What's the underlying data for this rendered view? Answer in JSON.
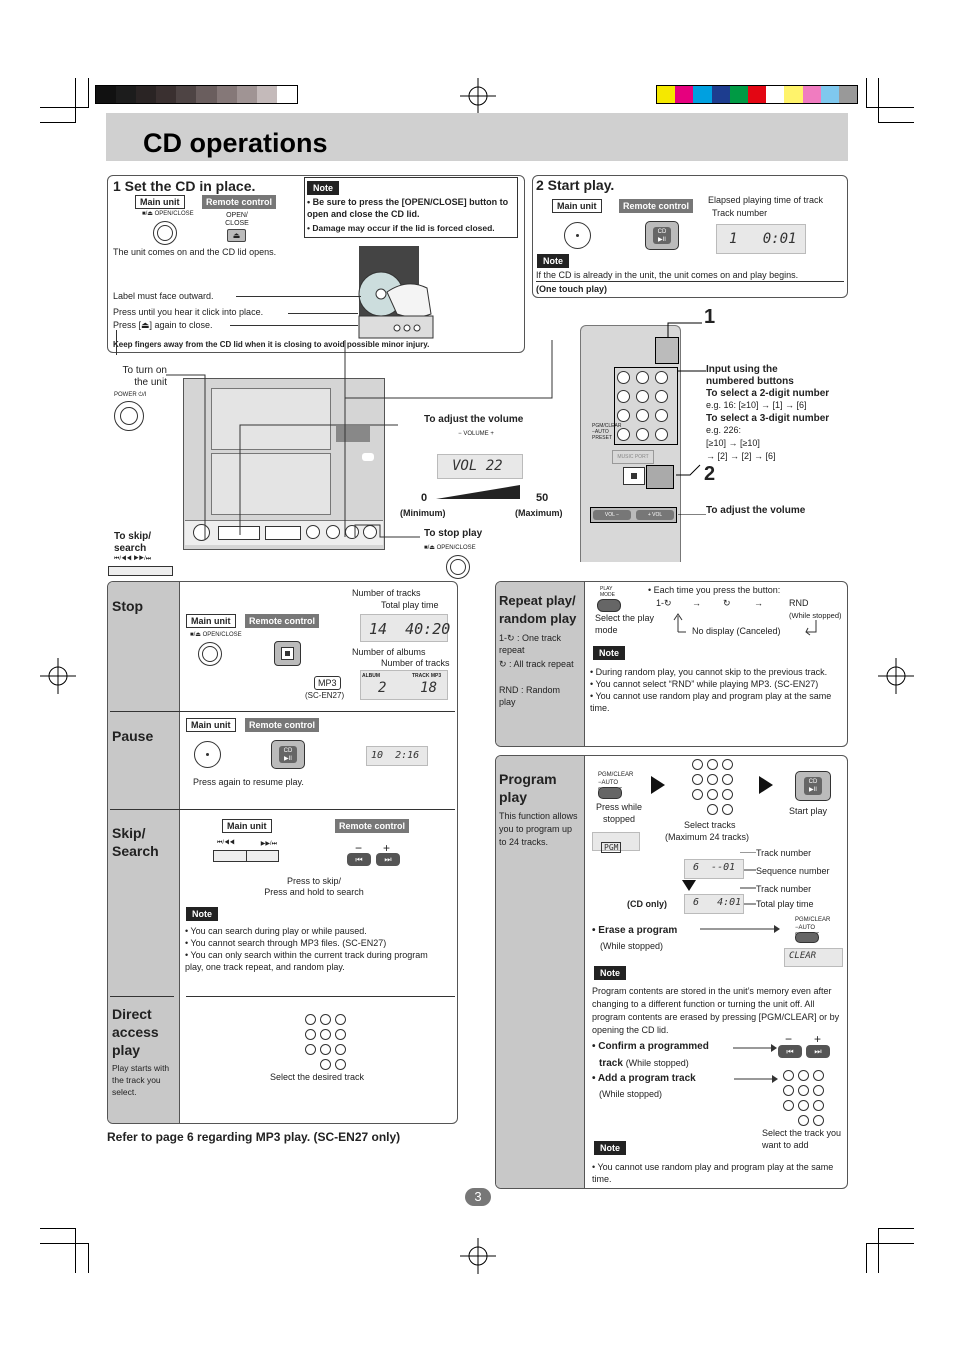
{
  "page_title": "CD operations",
  "page_number": "3",
  "colors": {
    "title_bar": "#d0d0d0",
    "side_panel": "#c8c8c8",
    "tag_dark": "#777777",
    "note_bg": "#222222"
  },
  "section1": {
    "heading": "1 Set the CD in place.",
    "main_unit": "Main unit",
    "remote_control": "Remote control",
    "main_btn_label": "■/⏏ OPEN/CLOSE",
    "remote_btn_label": "OPEN/ CLOSE",
    "note_label": "Note",
    "note1": "• Be sure to press the [OPEN/CLOSE] button to open and close the CD lid.",
    "note2": "• Damage may occur if the lid is forced closed.",
    "lid_opens": "The unit comes on and the CD lid opens.",
    "label_outward": "Label must face outward.",
    "press_until": "Press until you hear it click into place.",
    "press_again": "Press [⏏] again to close.",
    "warning": "Keep fingers away from the CD lid when it is closing to avoid possible minor injury."
  },
  "section2": {
    "heading": "2 Start play.",
    "main_unit": "Main unit",
    "remote_control": "Remote control",
    "elapsed": "Elapsed playing time of track",
    "track_number": "Track number",
    "lcd": "1   0:01",
    "note_label": "Note",
    "note_text": "If the CD is already in the unit, the unit comes on and play begins.",
    "one_touch": "(One touch play)"
  },
  "unit_diagram": {
    "turn_on": "To turn on the unit",
    "power_label": "POWER ⏻/I",
    "adjust_volume": "To adjust the volume",
    "volume_lcd": "VOL 22",
    "vol_min": "0",
    "vol_max": "50",
    "vol_min_label": "(Minimum)",
    "vol_max_label": "(Maximum)",
    "skip_search": "To skip/ search",
    "stop_play": "To stop play",
    "stop_btn_label": "■/⏏ OPEN/CLOSE",
    "skip_btn_label": "⏮/◀◀   ▶▶/⏭"
  },
  "remote_diagram": {
    "callout1": "1",
    "callout2": "2",
    "input_title": "Input using the numbered buttons",
    "two_digit_title": "To select a 2-digit number",
    "two_digit_eg": "e.g. 16: [≥10] → [1] → [6]",
    "three_digit_title": "To select a 3-digit number",
    "three_digit_eg": "e.g. 226:",
    "three_digit_seq1": "[≥10] → [≥10]",
    "three_digit_seq2": "→ [2] → [2] → [6]",
    "adjust_volume": "To adjust the volume"
  },
  "left_panel": {
    "stop": {
      "title": "Stop",
      "main_unit": "Main unit",
      "remote_control": "Remote control",
      "btn_label": "■/⏏ OPEN/CLOSE",
      "num_tracks": "Number of tracks",
      "total_time": "Total play time",
      "lcd1": "14  40:20",
      "num_albums": "Number of albums",
      "num_tracks2": "Number of tracks",
      "mp3": "MP3",
      "sc_en27": "(SC-EN27)",
      "lcd2": "2    18",
      "lcd2_tag1": "ALBUM",
      "lcd2_tag2": "TRACK MP3"
    },
    "pause": {
      "title": "Pause",
      "main_unit": "Main unit",
      "remote_control": "Remote control",
      "lcd": "10  2:16",
      "resume": "Press again to resume play."
    },
    "skip": {
      "title": "Skip/ Search",
      "main_unit": "Main unit",
      "remote_control": "Remote control",
      "minus": "−",
      "plus": "+",
      "press_skip": "Press to skip/",
      "press_hold": "Press and hold to search",
      "note_label": "Note",
      "notes": [
        "• You can search during play or while paused.",
        "• You cannot search through MP3 files. (SC-EN27)",
        "• You can only search within the current track during program play, one track repeat, and random play."
      ]
    },
    "direct": {
      "title": "Direct access play",
      "desc": "Play starts with the track you select.",
      "caption": "Select the desired track"
    }
  },
  "mp3_ref": "Refer to page 6 regarding MP3 play. (SC-EN27 only)",
  "repeat": {
    "title": "Repeat play/ random play",
    "each_time": "• Each time you press the button:",
    "seq1": "1-↻",
    "seq2": "↻",
    "seq3": "RND",
    "while_stopped": "(While stopped)",
    "no_display": "No display (Canceled)",
    "select_mode": "Select the play mode",
    "play_mode_btn": "PLAY MODE",
    "legend1": "1-↻ : One track repeat",
    "legend2": "↻ : All track repeat",
    "legend3": "RND : Random play",
    "note_label": "Note",
    "notes": [
      "• During random play, you cannot skip to the previous track.",
      "• You cannot select “RND” while playing MP3. (SC-EN27)",
      "• You cannot use random play and program play at the same time."
    ]
  },
  "program": {
    "title": "Program play",
    "desc": "This function allows you to program up to 24 tracks.",
    "pgm_btn": "PGM/CLEAR −AUTO PRESET",
    "press_while": "Press while stopped",
    "pgm_lcd": "PGM",
    "select_tracks": "Select tracks",
    "max_tracks": "(Maximum 24 tracks)",
    "start_play": "Start play",
    "track_number": "Track number",
    "sequence_number": "Sequence number",
    "lcd1": "6  --01",
    "track_number2": "Track number",
    "total_time": "Total play time",
    "lcd2": "6   4:01",
    "cd_only": "(CD only)",
    "erase": "• Erase a program",
    "erase_sub": "(While stopped)",
    "clear_lcd": "CLEAR",
    "note_label": "Note",
    "note_text": "Program contents are stored in the unit’s memory even after changing to a different function or turning the unit off. All program contents are erased by pressing [PGM/CLEAR] or by opening the CD lid.",
    "confirm": "• Confirm a programmed",
    "confirm2": "track",
    "confirm_sub": "(While stopped)",
    "add": "• Add a program track",
    "add_sub": "(While stopped)",
    "select_add": "Select the track you want to add",
    "note2_label": "Note",
    "note2": "• You cannot use random play and program play at the same time.",
    "minus": "−",
    "plus": "+"
  }
}
